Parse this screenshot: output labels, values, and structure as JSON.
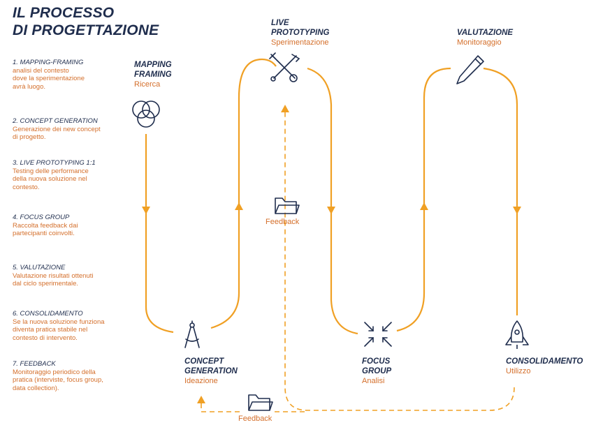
{
  "title": {
    "line1": "IL PROCESSO",
    "line2": "DI PROGETTAZIONE"
  },
  "steps": [
    {
      "heading": "1. MAPPING-FRAMING",
      "lines": [
        "analisi del contesto",
        "dove la sperimentazione",
        "avrà luogo."
      ]
    },
    {
      "heading": "2. CONCEPT GENERATION",
      "lines": [
        "Generazione dei new concept",
        "di progetto."
      ]
    },
    {
      "heading": "3. LIVE PROTOTYPING 1:1",
      "lines": [
        "Testing delle performance",
        "della nuova soluzione nel",
        "contesto."
      ]
    },
    {
      "heading": "4. FOCUS GROUP",
      "lines": [
        "Raccolta feedback dai",
        "partecipanti coinvolti."
      ]
    },
    {
      "heading": "5. VALUTAZIONE",
      "lines": [
        "Valutazione risultati ottenuti",
        "dal ciclo sperimentale."
      ]
    },
    {
      "heading": "6. CONSOLIDAMENTO",
      "lines": [
        "Se la nuova soluzione funziona",
        "diventa pratica stabile nel",
        "contesto di intervento."
      ]
    },
    {
      "heading": "7. FEEDBACK",
      "lines": [
        "Monitoraggio periodico della",
        "pratica (interviste, focus group,",
        "data collection)."
      ]
    }
  ],
  "nodes": {
    "mapping": {
      "t1": "MAPPING",
      "t2": "FRAMING",
      "sub": "Ricerca",
      "icon": "circles-icon"
    },
    "concept": {
      "t1": "CONCEPT",
      "t2": "GENERATION",
      "sub": "Ideazione",
      "icon": "compass-icon"
    },
    "live": {
      "t1": "LIVE",
      "t2": "PROTOTYPING",
      "sub": "Sperimentazione",
      "icon": "tools-icon"
    },
    "focus": {
      "t1": "FOCUS",
      "t2": "GROUP",
      "sub": "Analisi",
      "icon": "arrows-in-icon"
    },
    "valutazione": {
      "t1": "VALUTAZIONE",
      "sub": "Monitoraggio",
      "icon": "pencil-icon"
    },
    "consolidamento": {
      "t1": "CONSOLIDAMENTO",
      "sub": "Utilizzo",
      "icon": "rocket-icon"
    }
  },
  "feedback": {
    "label1": "Feedback",
    "label2": "Feedback",
    "icon": "folder-icon"
  },
  "colors": {
    "navy": "#1f2d4d",
    "orange": "#f0a024",
    "text_orange": "#d46f2b"
  }
}
